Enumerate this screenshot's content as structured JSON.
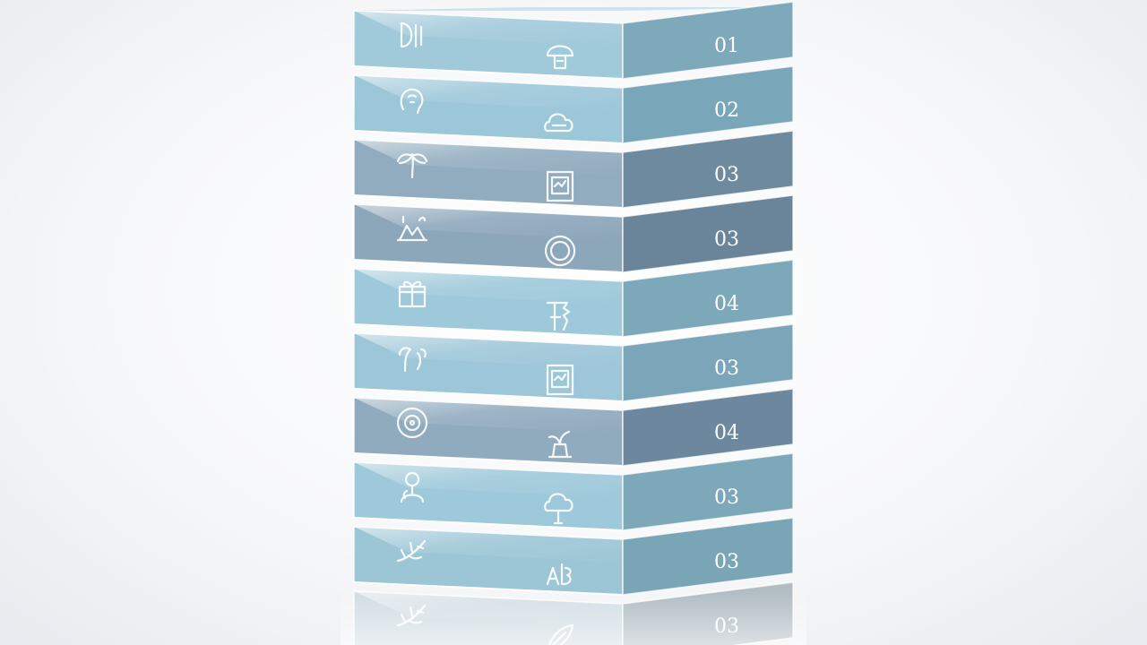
{
  "layers": [
    {
      "label": "01",
      "front_icon": "face-icon",
      "side_icon": "mushroom-icon",
      "color": "#8fc0d4"
    },
    {
      "label": "02",
      "front_icon": "head-icon",
      "side_icon": "cloud-icon",
      "color": "#8bbdd2"
    },
    {
      "label": "03",
      "front_icon": "palm-tree-icon",
      "side_icon": "framed-picture-icon",
      "color": "#7d9db4"
    },
    {
      "label": "03",
      "front_icon": "landscape-icon",
      "side_icon": "ring-icon",
      "color": "#7896ae"
    },
    {
      "label": "04",
      "front_icon": "gift-box-icon",
      "side_icon": "tree-icon",
      "color": "#8dbfd3"
    },
    {
      "label": "03",
      "front_icon": "sprout-icon",
      "side_icon": "framed-picture-icon",
      "color": "#8cbcd1"
    },
    {
      "label": "04",
      "front_icon": "disc-icon",
      "side_icon": "plant-icon",
      "color": "#7c9bb3"
    },
    {
      "label": "03",
      "front_icon": "person-icon",
      "side_icon": "cloud-tree-icon",
      "color": "#8dbfd3"
    },
    {
      "label": "03",
      "front_icon": "branch-icon",
      "side_icon": "letters-icon",
      "color": "#8abccf"
    },
    {
      "label": "03",
      "front_icon": "branch-icon",
      "side_icon": "leaf-icon",
      "color": "#c9d6de"
    }
  ]
}
